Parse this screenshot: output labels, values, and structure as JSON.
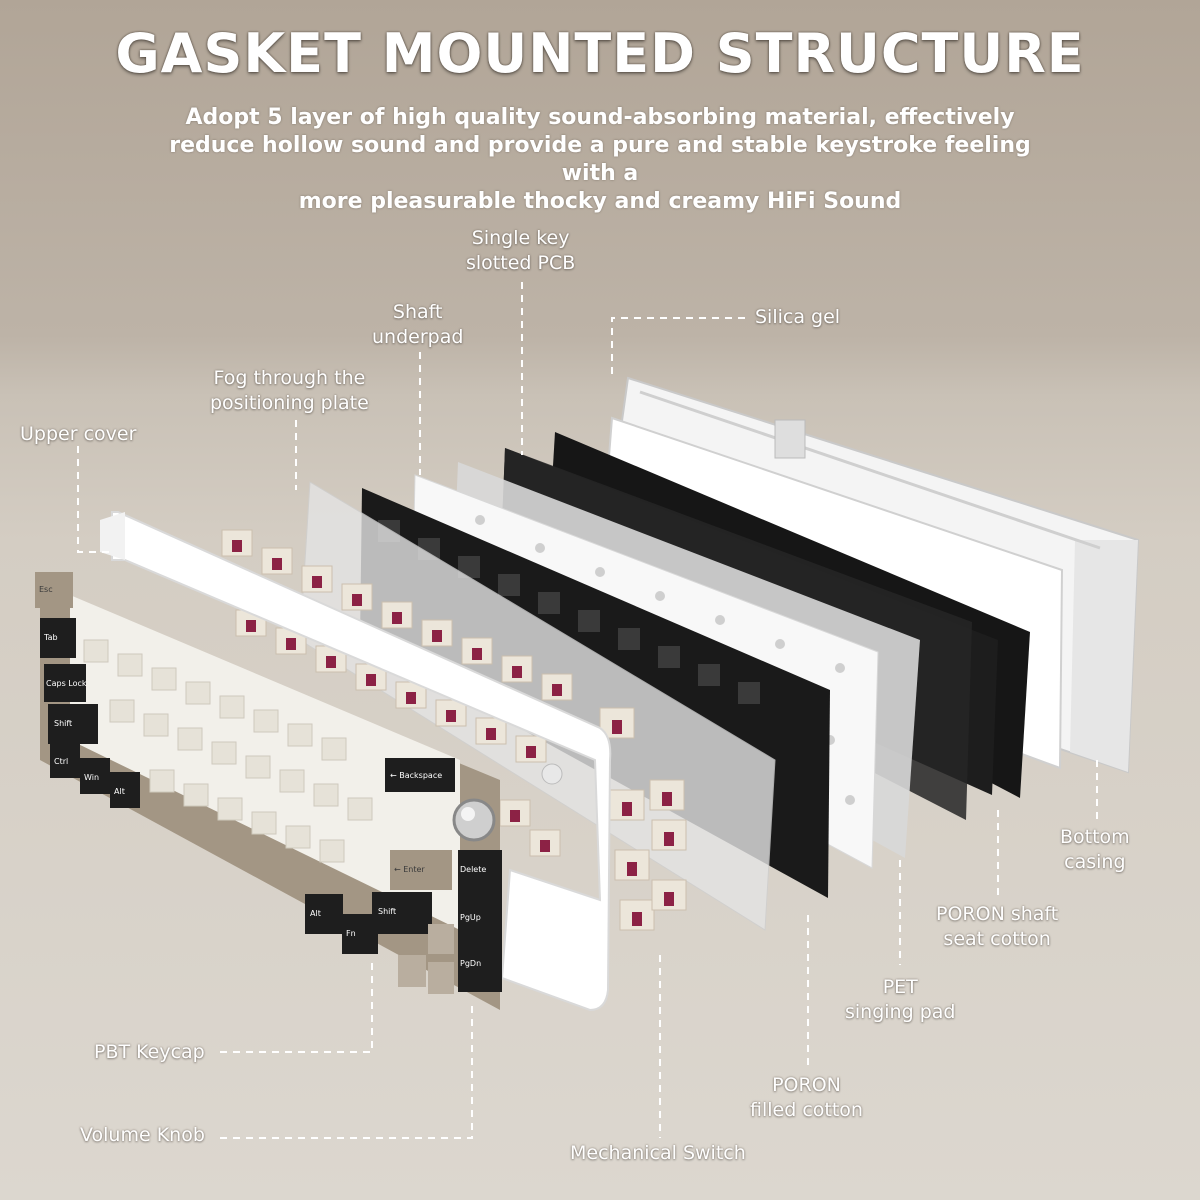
{
  "header": {
    "title": "GASKET MOUNTED STRUCTURE",
    "subtitle_lines": [
      "Adopt 5 layer of high quality sound-absorbing material, effectively",
      "reduce hollow sound and provide a pure and stable keystroke feeling with a",
      "more pleasurable thocky and creamy HiFi Sound"
    ]
  },
  "labels": {
    "single_key_pcb": [
      "Single key",
      "slotted PCB"
    ],
    "shaft_underpad": [
      "Shaft",
      "underpad"
    ],
    "silica_gel": [
      "Silica gel"
    ],
    "fog_plate": [
      "Fog through the",
      "positioning plate"
    ],
    "upper_cover": [
      "Upper cover"
    ],
    "bottom_casing": [
      "Bottom",
      "casing"
    ],
    "poron_shaft_seat": [
      "PORON shaft",
      "seat cotton"
    ],
    "pet_pad": [
      "PET",
      "singing pad"
    ],
    "poron_filled": [
      "PORON",
      "filled cotton"
    ],
    "pbt_keycap": [
      "PBT Keycap"
    ],
    "volume_knob": [
      "Volume Knob"
    ],
    "mechanical_switch": [
      "Mechanical Switch"
    ]
  },
  "keycaps": {
    "esc": "Esc",
    "tab": "Tab",
    "caps": "Caps Lock",
    "shift_l": "Shift",
    "ctrl": "Ctrl",
    "win": "Win",
    "alt_l": "Alt",
    "backspace": "← Backspace",
    "enter": "← Enter",
    "shift_r": "Shift",
    "alt_r": "Alt",
    "fn": "Fn",
    "del": "Delete",
    "pgup": "PgUp",
    "pgdn": "PgDn"
  },
  "colors": {
    "background_top": "#b1a597",
    "background_floor": "#dcd7cf",
    "text": "#ffffff",
    "switch_stem": "#8c2245",
    "keycap_black": "#1e1e1e",
    "keycap_white": "#f2f0ea",
    "keycap_beige": "#a39684"
  }
}
